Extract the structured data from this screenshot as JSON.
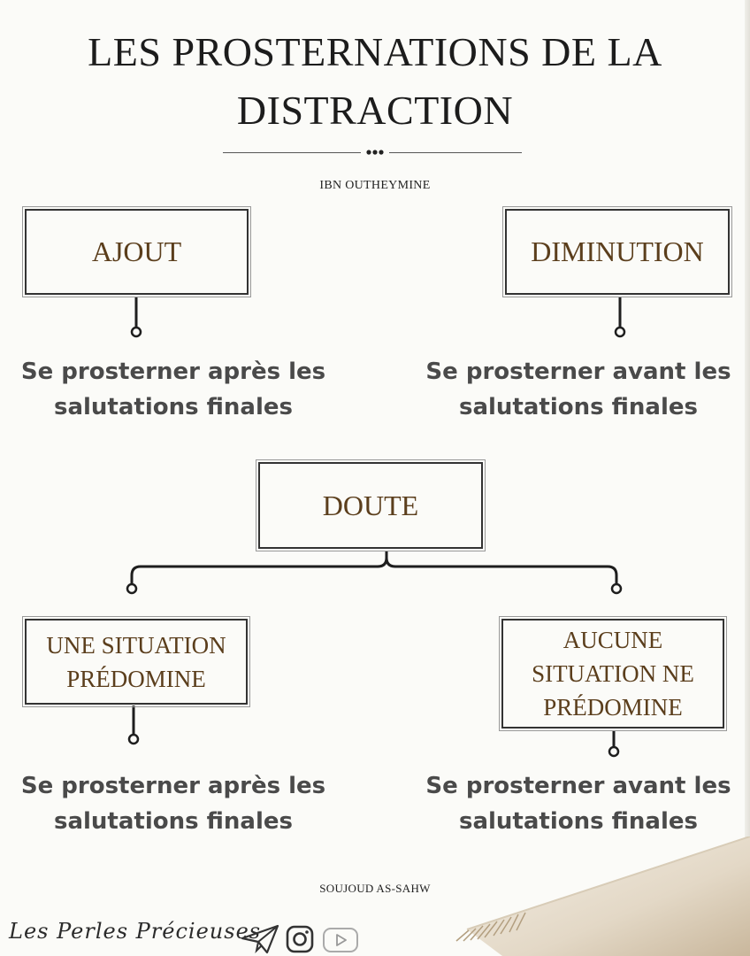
{
  "title": {
    "line1": "LES PROSTERNATIONS DE LA",
    "line2": "DISTRACTION"
  },
  "author": "IBN OUTHEYMINE",
  "ajout": {
    "label": "AJOUT",
    "caption_line1": "Se prosterner après les",
    "caption_line2": "salutations finales"
  },
  "diminution": {
    "label": "DIMINUTION",
    "caption_line1": "Se prosterner avant les",
    "caption_line2": "salutations finales"
  },
  "doute": {
    "label": "DOUTE",
    "left": {
      "label_line1": "UNE SITUATION",
      "label_line2": "PRÉDOMINE",
      "caption_line1": "Se prosterner après les",
      "caption_line2": "salutations finales"
    },
    "right": {
      "label_line1": "AUCUNE",
      "label_line2": "SITUATION NE",
      "label_line3": "PRÉDOMINE",
      "caption_line1": "Se prosterner avant les",
      "caption_line2": "salutations finales"
    }
  },
  "footer": "SOUJOUD AS-SAHW",
  "brand": "Les Perles Précieuses",
  "icons": [
    "paper-plane-icon",
    "instagram-icon",
    "youtube-icon"
  ],
  "colors": {
    "box_text": "#5b3e1c",
    "caption_text": "#4a4a4a",
    "background": "#fbfbf8"
  }
}
